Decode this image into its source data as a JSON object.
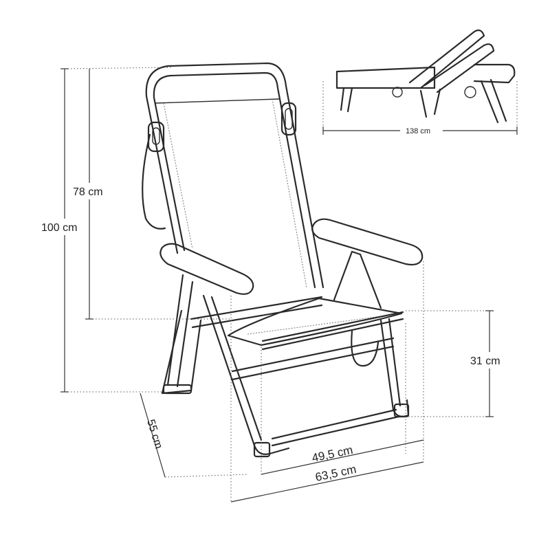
{
  "labels": {
    "height_total": "100 cm",
    "height_back": "78 cm",
    "seat_height": "31 cm",
    "depth": "55 cm",
    "seat_width": "49,5 cm",
    "total_width": "63,5 cm",
    "folded_length": "138 cm"
  }
}
